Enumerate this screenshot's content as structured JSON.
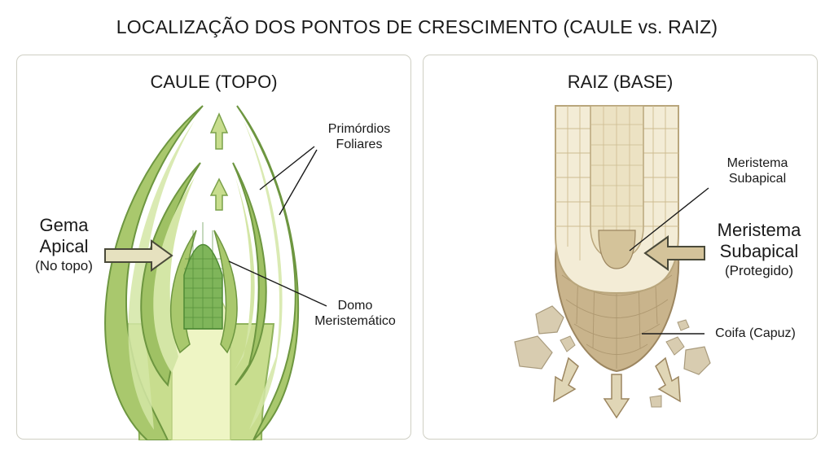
{
  "title": "LOCALIZAÇÃO DOS PONTOS DE CRESCIMENTO (CAULE vs. RAIZ)",
  "stem": {
    "heading": "CAULE (TOPO)",
    "primordia_line1": "Primórdios",
    "primordia_line2": "Foliares",
    "bud_line1": "Gema",
    "bud_line2": "Apical",
    "bud_line3": "(No topo)",
    "dome_line1": "Domo",
    "dome_line2": "Meristemático"
  },
  "root": {
    "heading": "RAIZ (BASE)",
    "sub_small_line1": "Meristema",
    "sub_small_line2": "Subapical",
    "sub_big_line1": "Meristema",
    "sub_big_line2": "Subapical",
    "sub_big_line3": "(Protegido)",
    "cap_label": "Coifa (Capuz)"
  },
  "colors": {
    "leaf_dark": "#8cb45a",
    "leaf_light": "#d4e6a6",
    "meristem": "#7fb55a",
    "stem_core": "#eef5c4",
    "root_cortex": "#f3ecd6",
    "root_cap": "#c9b48c",
    "arrow_fill": "#e6e1bf"
  }
}
